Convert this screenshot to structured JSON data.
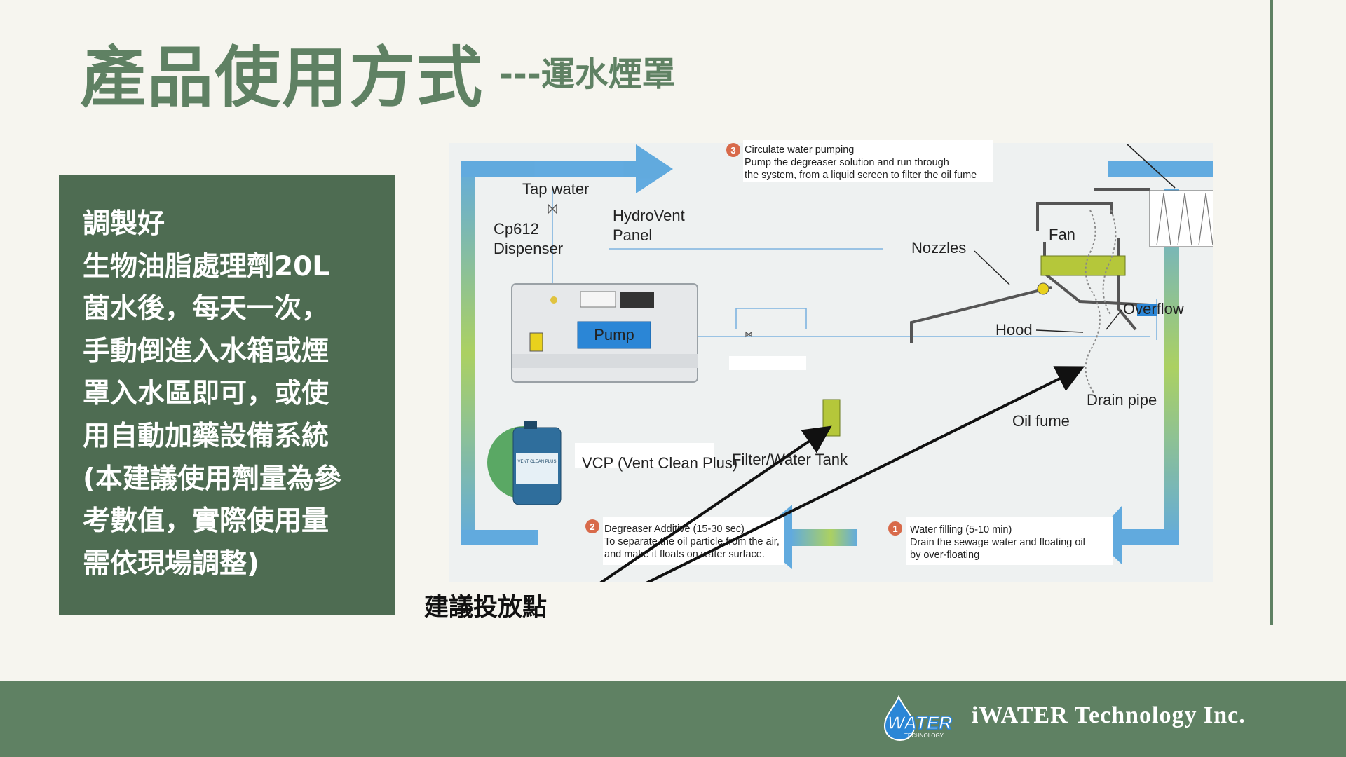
{
  "title": {
    "main": "產品使用方式",
    "sub": "---運水煙罩"
  },
  "sidebar": {
    "lines": [
      "調製好",
      "生物油脂處理劑20L",
      "菌水後，每天一次，",
      "手動倒進入水箱或煙",
      "罩入水區即可，或使",
      "用自動加藥設備系統",
      "(本建議使用劑量為參",
      "考數值，實際使用量",
      "需依現場調整)"
    ]
  },
  "diagram": {
    "labels": {
      "tap_water": "Tap water",
      "cp612_1": "Cp612",
      "cp612_2": "Dispenser",
      "hydrovent_1": "HydroVent",
      "hydrovent_2": "Panel",
      "pump": "Pump",
      "vcp": "VCP (Vent Clean Plus)",
      "filter_tank": "Filter/Water Tank",
      "nozzles": "Nozzles",
      "fan": "Fan",
      "overflow": "Overflow",
      "hood": "Hood",
      "drain_pipe": "Drain pipe",
      "oil_fume": "Oil fume",
      "vcp_bottle_label": "VENT CLEAN PLUS"
    },
    "steps": [
      {
        "number": "3",
        "lines": [
          "Circulate water pumping",
          "Pump the degreaser solution and run through",
          "the system, from a liquid screen to filter the oil fume"
        ]
      },
      {
        "number": "2",
        "lines": [
          "Degreaser Additive (15-30 sec)",
          "To separate the oil particle from the air,",
          "and make it floats on water surface."
        ]
      },
      {
        "number": "1",
        "lines": [
          "Water filling (5-10 min)",
          "Drain the sewage water and floating oil",
          "by over-floating"
        ]
      }
    ],
    "colors": {
      "flow_blue": "#5aa7de",
      "flow_green": "#a8cf5a",
      "pump_blue": "#2b86d6",
      "badge": "#d86a4a"
    }
  },
  "callout": "建議投放點",
  "footer": {
    "company": "iWATER Technology Inc.",
    "logo_text": "WATER",
    "logo_sub": "TECHNOLOGY"
  }
}
